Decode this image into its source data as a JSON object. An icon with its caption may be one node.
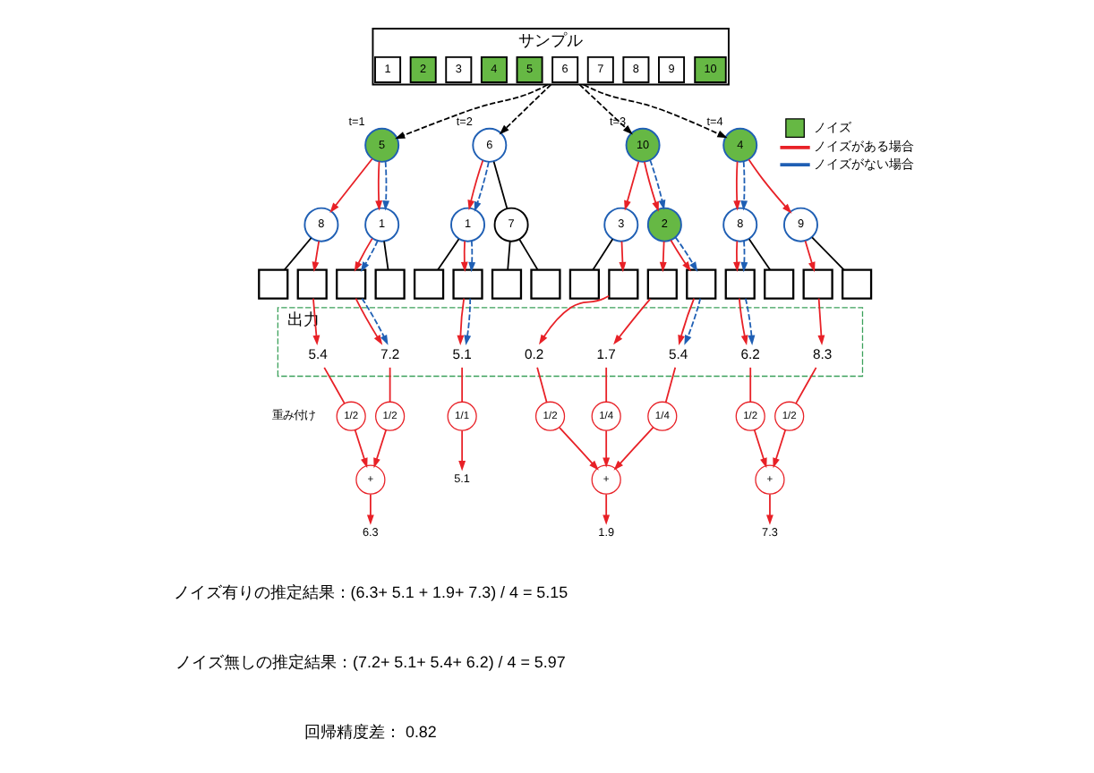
{
  "diagram": {
    "nodes": [
      {
        "text": [
          "サンプル"
        ]
      },
      {
        "text": [
          "1"
        ],
        "in": 0
      },
      {
        "text": [
          "2"
        ],
        "in": 0
      },
      {
        "text": [
          "3"
        ],
        "in": 0
      },
      {
        "text": [
          "4"
        ],
        "in": 0
      },
      {
        "text": [
          "5"
        ],
        "in": 0
      },
      {
        "text": [
          "6"
        ],
        "in": 0
      },
      {
        "text": [
          "7"
        ],
        "in": 0
      },
      {
        "text": [
          "8"
        ],
        "in": 0
      },
      {
        "text": [
          "9"
        ],
        "in": 0
      },
      {
        "text": [
          "10"
        ],
        "in": 0
      },
      {
        "text": [
          "5"
        ],
        "beside": [
          "t=1"
        ]
      },
      {
        "text": [
          "6"
        ],
        "beside": [
          "t=2"
        ]
      },
      {
        "text": [
          "10"
        ],
        "beside": [
          "t=3"
        ]
      },
      {
        "text": [
          "4"
        ],
        "beside": [
          "t=4"
        ]
      },
      {
        "text": [
          "8"
        ]
      },
      {
        "text": [
          "1"
        ]
      },
      {
        "text": [
          "1"
        ]
      },
      {
        "text": [
          "7"
        ]
      },
      {
        "text": [
          "3"
        ]
      },
      {
        "text": [
          "2"
        ]
      },
      {
        "text": [
          "8"
        ]
      },
      {
        "text": [
          "9"
        ]
      },
      {
        "text": [],
        "shape": "box"
      },
      {
        "text": [],
        "shape": "box"
      },
      {
        "text": [],
        "shape": "box"
      },
      {
        "text": [],
        "shape": "box"
      },
      {
        "text": [],
        "shape": "box"
      },
      {
        "text": [],
        "shape": "box"
      },
      {
        "text": [],
        "shape": "box"
      },
      {
        "text": [],
        "shape": "box"
      },
      {
        "text": [],
        "shape": "box"
      },
      {
        "text": [],
        "shape": "box"
      },
      {
        "text": [],
        "shape": "box"
      },
      {
        "text": [],
        "shape": "box"
      },
      {
        "text": [],
        "shape": "box"
      },
      {
        "text": [],
        "shape": "box"
      },
      {
        "text": [],
        "shape": "box"
      },
      {
        "text": [],
        "shape": "box"
      },
      {
        "text": [
          "出力"
        ]
      },
      {
        "text": [
          "5.4"
        ],
        "in": 39
      },
      {
        "text": [
          "7.2"
        ],
        "in": 39
      },
      {
        "text": [
          "5.1"
        ],
        "in": 39
      },
      {
        "text": [
          "0.2"
        ],
        "in": 39
      },
      {
        "text": [
          "1.7"
        ],
        "in": 39
      },
      {
        "text": [
          "5.4"
        ],
        "in": 39
      },
      {
        "text": [
          "6.2"
        ],
        "in": 39
      },
      {
        "text": [
          "8.3"
        ],
        "in": 39
      },
      {
        "text": [
          "1/2"
        ]
      },
      {
        "text": [
          "1/2"
        ]
      },
      {
        "text": [
          "1/1"
        ]
      },
      {
        "text": [
          "1/2"
        ]
      },
      {
        "text": [
          "1/4"
        ]
      },
      {
        "text": [
          "1/4"
        ]
      },
      {
        "text": [
          "1/2"
        ]
      },
      {
        "text": [
          "1/2"
        ]
      },
      {
        "text": [
          "+"
        ]
      },
      {
        "text": [
          "+"
        ]
      },
      {
        "text": [
          "+"
        ]
      },
      {
        "text": [
          "6.3"
        ]
      },
      {
        "text": [
          "5.1"
        ]
      },
      {
        "text": [
          "1.9"
        ]
      },
      {
        "text": [
          "7.3"
        ]
      }
    ],
    "edges": [
      {
        "from": 0,
        "to": 11,
        "arrow": "to",
        "style": "dashed",
        "color": "#000000"
      },
      {
        "from": 0,
        "to": 12,
        "arrow": "to",
        "style": "dashed",
        "color": "#000000"
      },
      {
        "from": 0,
        "to": 13,
        "arrow": "to",
        "style": "dashed",
        "color": "#000000"
      },
      {
        "from": 0,
        "to": 14,
        "arrow": "to",
        "style": "dashed",
        "color": "#000000"
      },
      {
        "from": 11,
        "to": 15,
        "arrow": "to"
      },
      {
        "from": 11,
        "to": 16,
        "arrow": "to"
      },
      {
        "from": 11,
        "to": 16,
        "arrow": "to",
        "style": "dashed",
        "color": "#1f5fb4"
      },
      {
        "from": 15,
        "to": 23,
        "arrow": "none",
        "color": "#000000"
      },
      {
        "from": 15,
        "to": 24,
        "arrow": "to"
      },
      {
        "from": 16,
        "to": 25,
        "arrow": "to"
      },
      {
        "from": 16,
        "to": 25,
        "arrow": "to",
        "style": "dashed",
        "color": "#1f5fb4"
      },
      {
        "from": 16,
        "to": 26,
        "arrow": "none",
        "color": "#000000"
      },
      {
        "from": 12,
        "to": 17,
        "arrow": "to"
      },
      {
        "from": 12,
        "to": 17,
        "arrow": "to",
        "style": "dashed",
        "color": "#1f5fb4"
      },
      {
        "from": 12,
        "to": 18,
        "arrow": "none",
        "color": "#000000"
      },
      {
        "from": 17,
        "to": 27,
        "arrow": "none",
        "color": "#000000"
      },
      {
        "from": 17,
        "to": 28,
        "arrow": "to"
      },
      {
        "from": 17,
        "to": 28,
        "arrow": "to",
        "style": "dashed",
        "color": "#1f5fb4"
      },
      {
        "from": 18,
        "to": 29,
        "arrow": "none",
        "color": "#000000"
      },
      {
        "from": 18,
        "to": 30,
        "arrow": "none",
        "color": "#000000"
      },
      {
        "from": 13,
        "to": 19,
        "arrow": "to"
      },
      {
        "from": 13,
        "to": 20,
        "arrow": "to"
      },
      {
        "from": 13,
        "to": 20,
        "arrow": "to",
        "style": "dashed",
        "color": "#1f5fb4"
      },
      {
        "from": 19,
        "to": 31,
        "arrow": "none",
        "color": "#000000"
      },
      {
        "from": 19,
        "to": 32,
        "arrow": "to"
      },
      {
        "from": 20,
        "to": 33,
        "arrow": "to"
      },
      {
        "from": 20,
        "to": 34,
        "arrow": "to"
      },
      {
        "from": 20,
        "to": 34,
        "arrow": "to",
        "style": "dashed",
        "color": "#1f5fb4"
      },
      {
        "from": 14,
        "to": 21,
        "arrow": "to"
      },
      {
        "from": 14,
        "to": 21,
        "arrow": "to",
        "style": "dashed",
        "color": "#1f5fb4"
      },
      {
        "from": 14,
        "to": 22,
        "arrow": "to"
      },
      {
        "from": 21,
        "to": 35,
        "arrow": "to"
      },
      {
        "from": 21,
        "to": 35,
        "arrow": "to",
        "style": "dashed",
        "color": "#1f5fb4"
      },
      {
        "from": 21,
        "to": 36,
        "arrow": "none",
        "color": "#000000"
      },
      {
        "from": 22,
        "to": 37,
        "arrow": "to"
      },
      {
        "from": 22,
        "to": 38,
        "arrow": "none",
        "color": "#000000"
      },
      {
        "from": 24,
        "to": 40,
        "arrow": "to"
      },
      {
        "from": 25,
        "to": 41,
        "arrow": "to"
      },
      {
        "from": 25,
        "to": 41,
        "arrow": "to",
        "style": "dashed",
        "color": "#1f5fb4"
      },
      {
        "from": 28,
        "to": 42,
        "arrow": "to"
      },
      {
        "from": 28,
        "to": 42,
        "arrow": "to",
        "style": "dashed",
        "color": "#1f5fb4"
      },
      {
        "from": 32,
        "to": 43,
        "arrow": "to"
      },
      {
        "from": 33,
        "to": 44,
        "arrow": "to"
      },
      {
        "from": 34,
        "to": 45,
        "arrow": "to"
      },
      {
        "from": 34,
        "to": 45,
        "arrow": "to",
        "style": "dashed",
        "color": "#1f5fb4"
      },
      {
        "from": 35,
        "to": 46,
        "arrow": "to"
      },
      {
        "from": 35,
        "to": 46,
        "arrow": "to",
        "style": "dashed",
        "color": "#1f5fb4"
      },
      {
        "from": 37,
        "to": 47,
        "arrow": "to"
      },
      {
        "from": 40,
        "to": 48,
        "arrow": "none"
      },
      {
        "from": 41,
        "to": 49,
        "arrow": "none"
      },
      {
        "from": 42,
        "to": 50,
        "arrow": "none"
      },
      {
        "from": 43,
        "to": 51,
        "arrow": "none"
      },
      {
        "from": 44,
        "to": 52,
        "arrow": "none"
      },
      {
        "from": 45,
        "to": 53,
        "arrow": "none"
      },
      {
        "from": 46,
        "to": 54,
        "arrow": "none"
      },
      {
        "from": 47,
        "to": 55,
        "arrow": "none"
      },
      {
        "from": 48,
        "to": 56,
        "arrow": "to"
      },
      {
        "from": 49,
        "to": 56,
        "arrow": "to"
      },
      {
        "from": 50,
        "to": 60,
        "arrow": "to"
      },
      {
        "from": 51,
        "to": 57,
        "arrow": "to"
      },
      {
        "from": 52,
        "to": 57,
        "arrow": "to"
      },
      {
        "from": 53,
        "to": 57,
        "arrow": "to"
      },
      {
        "from": 54,
        "to": 58,
        "arrow": "to"
      },
      {
        "from": 55,
        "to": 58,
        "arrow": "to"
      },
      {
        "from": 56,
        "to": 59,
        "arrow": "to"
      },
      {
        "from": 57,
        "to": 61,
        "arrow": "to"
      },
      {
        "from": 58,
        "to": 62,
        "arrow": "to"
      }
    ],
    "labels": [
      "重み付け",
      "ノイズ有りの推定結果：(6.3+ 5.1 + 1.9+ 7.3) / 4 = 5.15",
      "ノイズ無しの推定結果：(7.2+ 5.1+ 5.4+ 6.2) / 4 = 5.97",
      "回帰精度差： 0.82"
    ],
    "legend": [
      {
        "text": "ノイズ",
        "color": "#66b844"
      },
      {
        "text": "ノイズがある場合"
      },
      {
        "text": "ノイズがない場合"
      }
    ]
  }
}
